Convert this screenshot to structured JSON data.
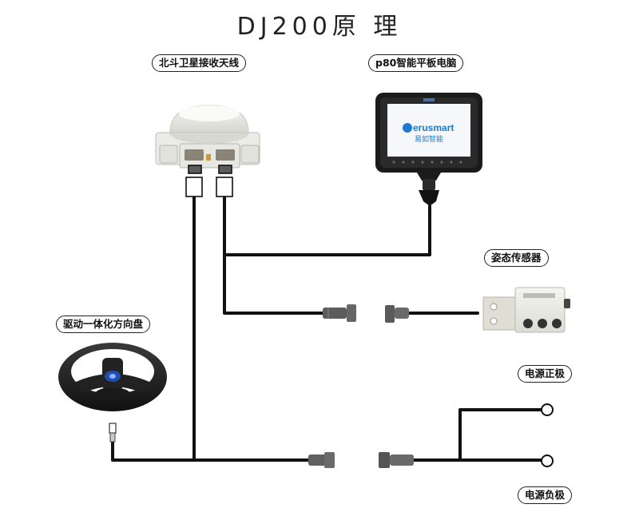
{
  "title": "DJ200原 理",
  "labels": {
    "antenna": "北斗卫星接收天线",
    "tablet": "p80智能平板电脑",
    "sensor": "姿态传感器",
    "steering": "驱动一体化方向盘",
    "power_pos": "电源正极",
    "power_neg": "电源负极"
  },
  "tablet_brand": {
    "logo": "erusmart",
    "tagline": "易如智能"
  },
  "colors": {
    "cable": "#111111",
    "brand_blue": "#1c7bd1",
    "tablet_frame": "#1b1b1b"
  }
}
